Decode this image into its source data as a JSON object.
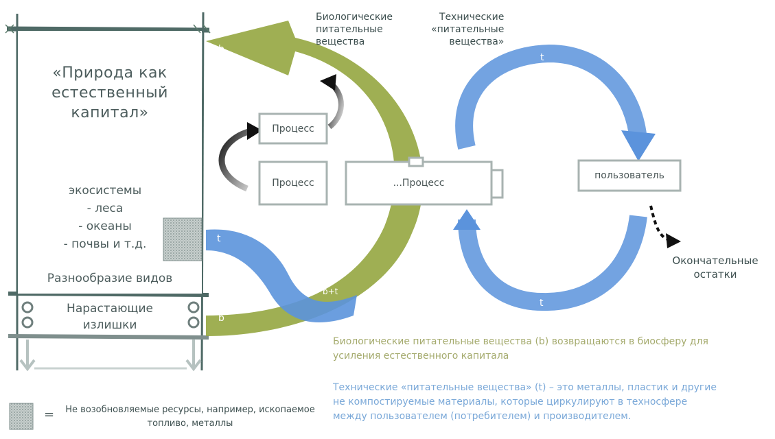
{
  "nature_box": {
    "title_lines": [
      "«Природа как",
      "естественный",
      "капитал»"
    ],
    "eco_lines": [
      "экосистемы",
      "- леса",
      "- океаны",
      "- почвы и т.д."
    ],
    "diversity": "Разнообразие видов",
    "surplus_lines": [
      "Нарастающие",
      "излишки"
    ]
  },
  "labels": {
    "bio_nutrients": [
      "Биологические",
      "питательные",
      "вещества"
    ],
    "tech_nutrients": [
      "Технические",
      "«питательные",
      "вещества»"
    ],
    "b": "b",
    "t": "t",
    "bt": "b+t"
  },
  "boxes": {
    "process1": "Процесс",
    "process2": "Процесс",
    "process_main": "...Процесс",
    "user": "пользователь"
  },
  "residue": [
    "Окончательные",
    "остатки"
  ],
  "notes": {
    "bio": "Биологические питательные вещества (b) возвращаются в биосферу для усиления естественного капитала",
    "tech": "Технические «питательные вещества» (t) – это металлы, пластик и другие не компостируемые материалы, которые циркулируют в техносфере между пользователем (потребителем) и производителем."
  },
  "legend": {
    "equals": "=",
    "text": "Не возобновляемые ресурсы, например, ископаемое топливо, металлы"
  },
  "colors": {
    "green": "#95a640",
    "blue": "#5b93dc",
    "frame": "#4f6a66",
    "text": "#4d5d5d"
  }
}
